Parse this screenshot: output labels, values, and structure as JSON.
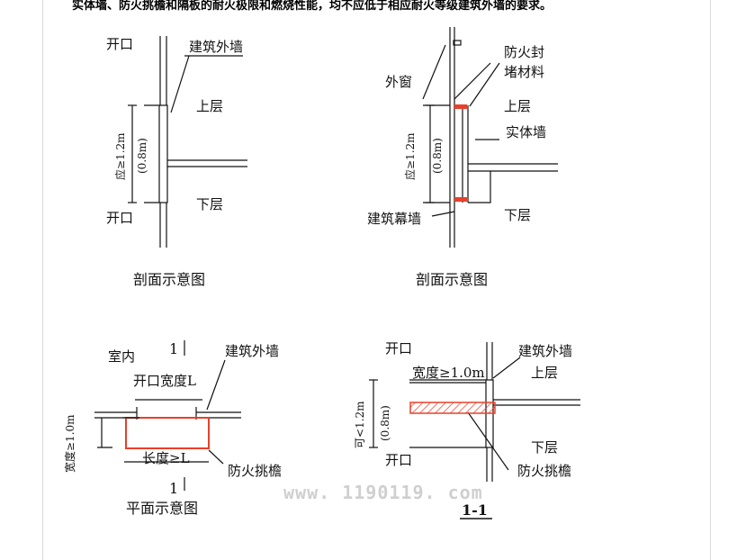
{
  "intro_text": "实体墙、防火挑檐和隔板的耐火极限和燃烧性能，均不应低于相应耐火等级建筑外墙的要求。",
  "diagram1": {
    "opening_top": "开口",
    "outer_wall": "建筑外墙",
    "upper_floor": "上层",
    "lower_floor": "下层",
    "opening_bottom": "开口",
    "dim_main": "应≥1.2m",
    "dim_sub": "(0.8m)",
    "caption": "剖面示意图"
  },
  "diagram2": {
    "fire_seal_1": "防火封",
    "fire_seal_2": "堵材料",
    "exterior_window": "外窗",
    "upper_floor": "上层",
    "solid_wall": "实体墙",
    "curtain_wall": "建筑幕墙",
    "lower_floor": "下层",
    "dim_main": "应≥1.2m",
    "dim_sub": "(0.8m)",
    "caption": "剖面示意图"
  },
  "diagram3": {
    "indoor": "室内",
    "section_mark": "1",
    "outer_wall": "建筑外墙",
    "opening_width": "开口宽度L",
    "dim_width": "宽度≥1.0m",
    "length": "长度≥L",
    "fire_eave": "防火挑檐",
    "caption": "平面示意图"
  },
  "diagram4": {
    "opening_top": "开口",
    "outer_wall": "建筑外墙",
    "upper_floor": "上层",
    "dim_width": "宽度≥1.0m",
    "dim_main": "可<1.2m",
    "dim_sub": "(0.8m)",
    "lower_floor": "下层",
    "opening_bottom": "开口",
    "fire_eave": "防火挑檐",
    "caption": "1-1"
  },
  "watermark": "www. 1190119. com",
  "colors": {
    "ink": "#111111",
    "fire_red": "#e8402a",
    "watermark": "#cfcfcf",
    "frame": "#d9d9d9"
  }
}
